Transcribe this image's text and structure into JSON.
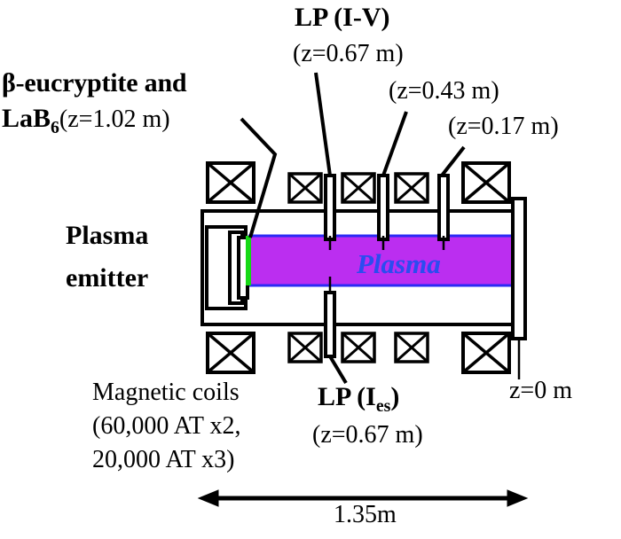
{
  "figure": {
    "type": "schematic-diagram",
    "subject": "linear plasma device cross-section"
  },
  "colors": {
    "plasma_fill": "#bb2ef0",
    "plasma_border": "#2b2bf5",
    "plasma_text": "#2b4cf0",
    "emitter_strip": "#16d916",
    "outline": "#000000",
    "background": "#ffffff"
  },
  "labels": {
    "source_material_line1": "β-eucryptite and",
    "source_material_line2_bold": "LaB",
    "source_material_subscript": "6",
    "source_material_position": "(z=1.02 m)",
    "lp_iv_title": "LP (I-V)",
    "lp_iv_z1": "(z=0.67 m)",
    "lp_iv_z2": "(z=0.43 m)",
    "lp_iv_z3": "(z=0.17 m)",
    "plasma_emitter_line1": "Plasma",
    "plasma_emitter_line2": "emitter",
    "plasma_region": "Plasma",
    "magnetic_coils_line1": "Magnetic coils",
    "magnetic_coils_line2": "(60,000 AT x2,",
    "magnetic_coils_line3": "20,000 AT x3)",
    "lp_ies_title_prefix": "LP (I",
    "lp_ies_subscript": "es",
    "lp_ies_title_suffix": ")",
    "lp_ies_z": "(z=0.67 m)",
    "axis_origin": "z=0 m",
    "overall_length": "1.35m"
  },
  "components": {
    "coils": [
      {
        "name": "coil-large-left",
        "ampere_turns": "60,000 AT",
        "size": "large"
      },
      {
        "name": "coil-small-1",
        "ampere_turns": "20,000 AT",
        "size": "small"
      },
      {
        "name": "coil-small-2",
        "ampere_turns": "20,000 AT",
        "size": "small"
      },
      {
        "name": "coil-small-3",
        "ampere_turns": "20,000 AT",
        "size": "small"
      },
      {
        "name": "coil-large-right",
        "ampere_turns": "60,000 AT",
        "size": "large"
      }
    ],
    "probes": [
      {
        "name": "lp-iv-probe-067",
        "z": "0.67 m",
        "type": "I-V",
        "side": "top"
      },
      {
        "name": "lp-iv-probe-043",
        "z": "0.43 m",
        "type": "I-V",
        "side": "top"
      },
      {
        "name": "lp-iv-probe-017",
        "z": "0.17 m",
        "type": "I-V",
        "side": "top"
      },
      {
        "name": "lp-ies-probe-067",
        "z": "0.67 m",
        "type": "Ies",
        "side": "bottom"
      }
    ],
    "emitter": {
      "material": "β-eucryptite and LaB6",
      "z": "1.02 m"
    },
    "target_plate": {
      "z": "0 m"
    },
    "chamber_length": "1.35m"
  }
}
